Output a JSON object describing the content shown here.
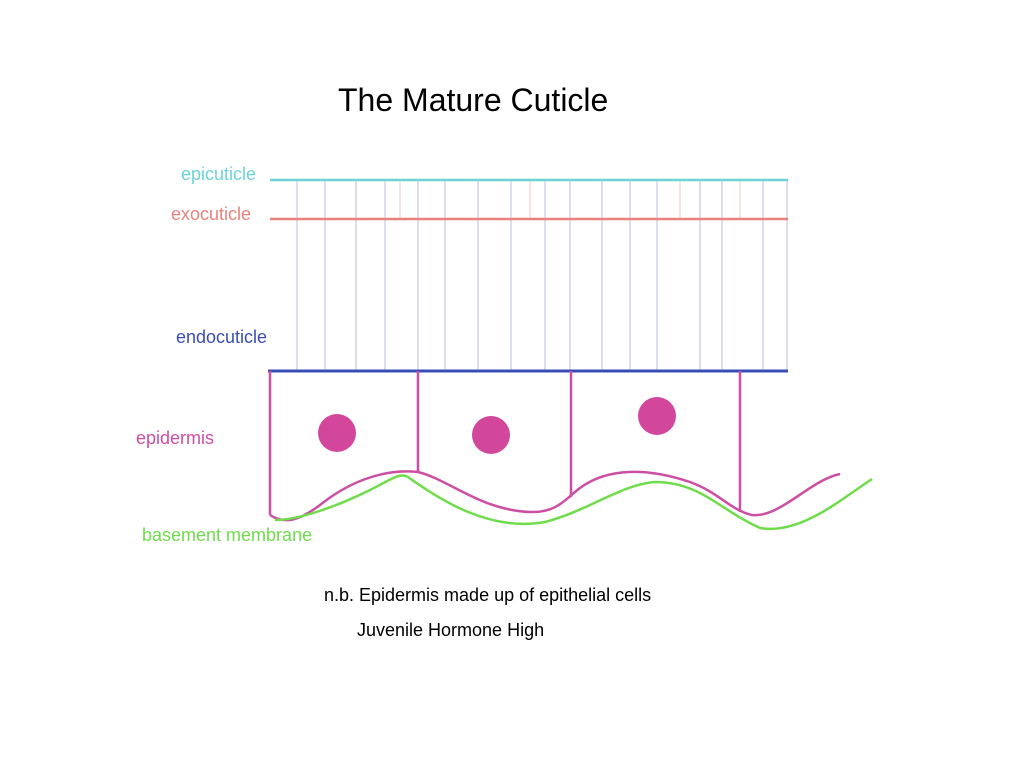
{
  "title": "The Mature Cuticle",
  "labels": {
    "epicuticle": "epicuticle",
    "exocuticle": "exocuticle",
    "endocuticle": "endocuticle",
    "epidermis": "epidermis",
    "basement_membrane": "basement membrane"
  },
  "notes": {
    "line1": "n.b. Epidermis made up of epithelial cells",
    "line2": "Juvenile Hormone High"
  },
  "colors": {
    "epicuticle": "#6dd3d6",
    "exocuticle": "#e7837c",
    "endocuticle": "#3a4db5",
    "epidermis": "#cc4fa3",
    "nucleus": "#d2479c",
    "basement_membrane": "#6fdd4b",
    "pore_canal": "#b9bde8"
  }
}
